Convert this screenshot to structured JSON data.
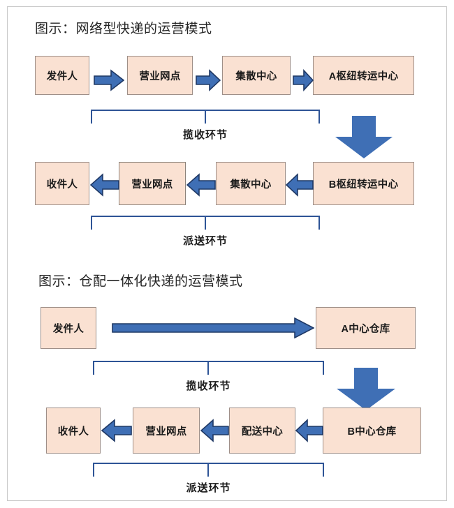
{
  "colors": {
    "node_fill": "#fae1d2",
    "node_border": "#9e8f88",
    "arrow_fill": "#3f6fb5",
    "arrow_stroke": "#1f3864",
    "bracket_stroke": "#2e5496",
    "frame_border": "#c8c8c8",
    "text": "#1a1a1a"
  },
  "sections": [
    {
      "title": "图示：网络型快递的运营模式",
      "flow_rows": [
        {
          "direction": "right",
          "nodes": [
            "发件人",
            "营业网点",
            "集散中心",
            "A枢纽转运中心"
          ]
        },
        {
          "direction": "left",
          "nodes": [
            "收件人",
            "营业网点",
            "集散中心",
            "B枢纽转运中心"
          ]
        }
      ],
      "stage_labels": [
        "揽收环节",
        "派送环节"
      ],
      "transfer_arrow": "down-arrow"
    },
    {
      "title": "图示：仓配一体化快递的运营模式",
      "flow_rows": [
        {
          "direction": "right",
          "nodes": [
            "发件人",
            "A中心仓库"
          ]
        },
        {
          "direction": "left",
          "nodes": [
            "收件人",
            "营业网点",
            "配送中心",
            "B中心仓库"
          ]
        }
      ],
      "stage_labels": [
        "揽收环节",
        "派送环节"
      ],
      "transfer_arrow": "down-arrow"
    }
  ]
}
